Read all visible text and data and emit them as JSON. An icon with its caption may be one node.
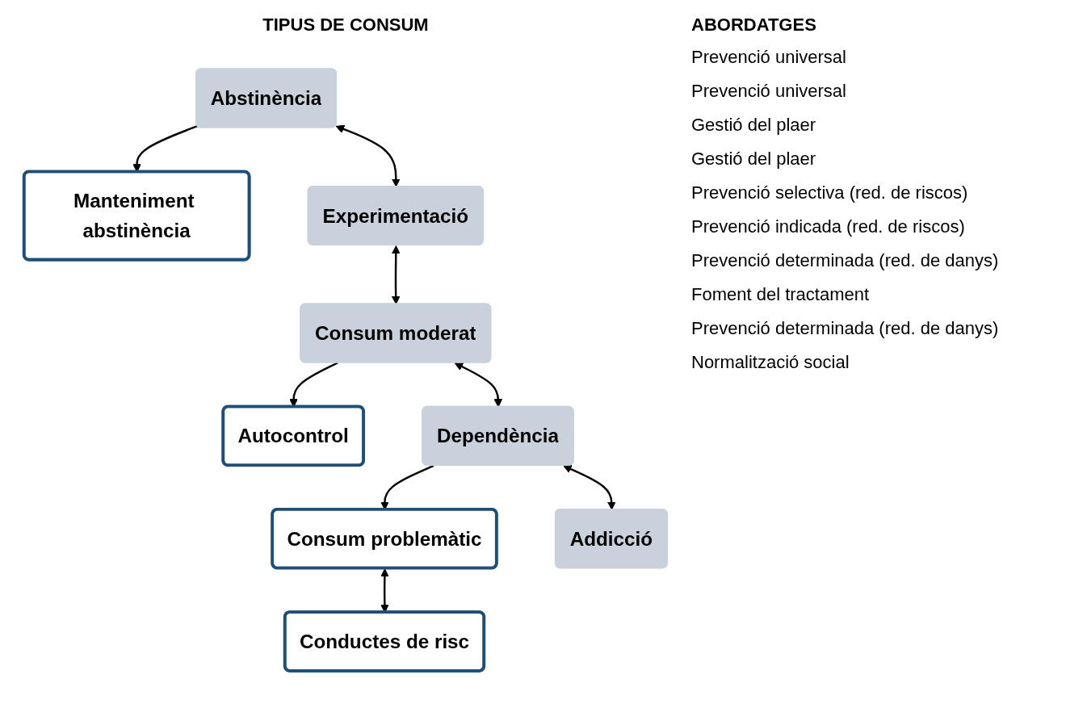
{
  "diagram": {
    "nodes": [
      {
        "text": [
          "Abstinència"
        ]
      },
      {
        "text": [
          "Manteniment abstinència"
        ]
      },
      {
        "text": [
          "Experimentació"
        ]
      },
      {
        "text": [
          "Consum moderat"
        ]
      },
      {
        "text": [
          "Autocontrol"
        ]
      },
      {
        "text": [
          "Dependència"
        ]
      },
      {
        "text": [
          "Consum problemàtic"
        ]
      },
      {
        "text": [
          "Conductes de risc"
        ]
      },
      {
        "text": [
          "Addicció"
        ]
      }
    ],
    "edges": [
      {
        "from": 0,
        "to": 1,
        "arrow": "to"
      },
      {
        "from": 0,
        "to": 2,
        "arrow": "both"
      },
      {
        "from": 2,
        "to": 3,
        "arrow": "both"
      },
      {
        "from": 3,
        "to": 4,
        "arrow": "to"
      },
      {
        "from": 3,
        "to": 5,
        "arrow": "both"
      },
      {
        "from": 5,
        "to": 6,
        "arrow": "to"
      },
      {
        "from": 6,
        "to": 7,
        "arrow": "both"
      },
      {
        "from": 5,
        "to": 8,
        "arrow": "both"
      }
    ],
    "labels": [
      "TIPUS DE CONSUM",
      "ABORDATGES",
      "Prevenció universal",
      "Prevenció universal",
      "Gestió del plaer",
      "Gestió del plaer",
      "Prevenció selectiva (red. de riscos)",
      "Prevenció indicada (red. de riscos)",
      "Prevenció determinada (red. de danys)",
      "Foment del tractament",
      "Prevenció determinada (red. de danys)",
      "Normalització social"
    ]
  }
}
